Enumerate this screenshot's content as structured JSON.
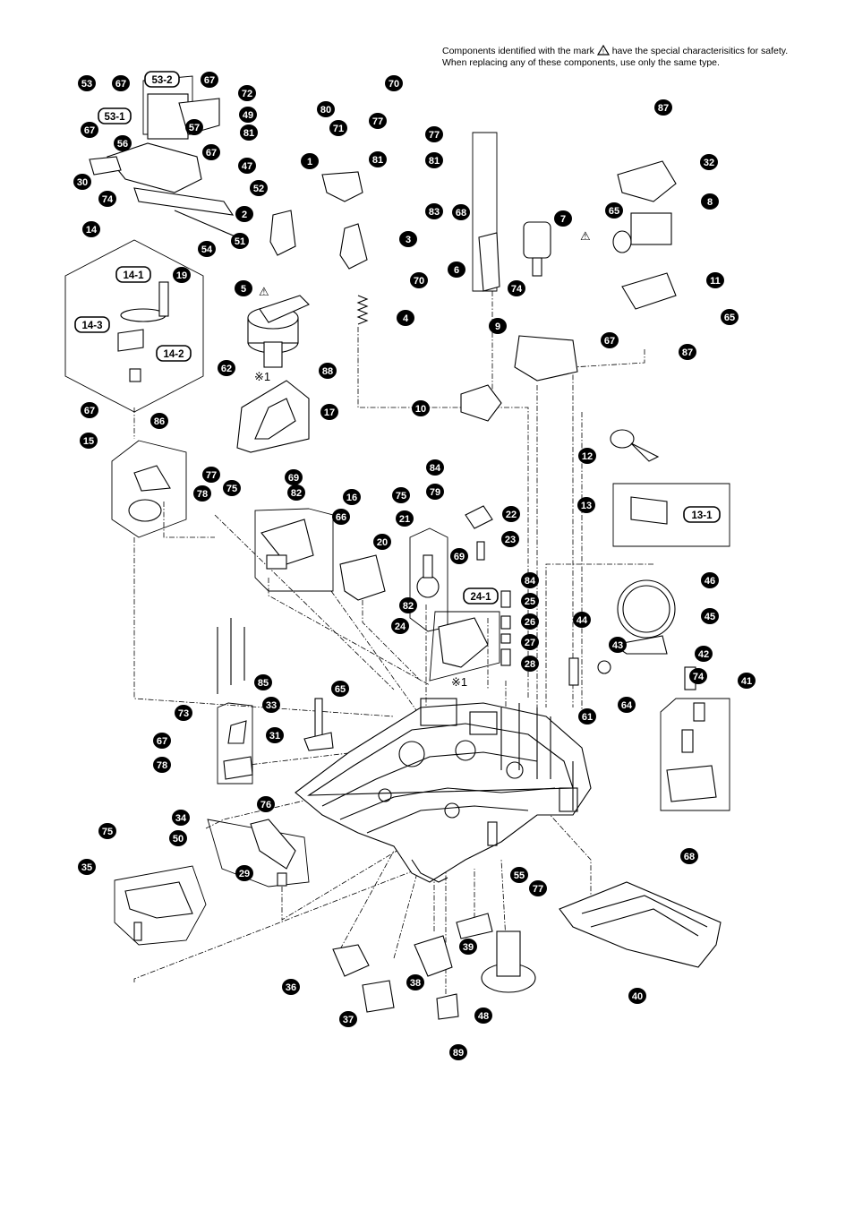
{
  "note": {
    "line1_before": "Components identified with the mark",
    "line1_after": "have the special characterisitics for safety.",
    "line2": "When replacing any of these components, use only the same type."
  },
  "reference_mark": "※1",
  "safety_mark": "⚠",
  "callouts": [
    {
      "id": "c53",
      "label": "53"
    },
    {
      "id": "c67a",
      "label": "67"
    },
    {
      "id": "c67b",
      "label": "67"
    },
    {
      "id": "c72",
      "label": "72"
    },
    {
      "id": "c80",
      "label": "80"
    },
    {
      "id": "c70a",
      "label": "70"
    },
    {
      "id": "c49",
      "label": "49"
    },
    {
      "id": "c57",
      "label": "57"
    },
    {
      "id": "c67c",
      "label": "67"
    },
    {
      "id": "c56",
      "label": "56"
    },
    {
      "id": "c67d",
      "label": "67"
    },
    {
      "id": "c81a",
      "label": "81"
    },
    {
      "id": "c71",
      "label": "71"
    },
    {
      "id": "c77a",
      "label": "77"
    },
    {
      "id": "c81b",
      "label": "81"
    },
    {
      "id": "c77b",
      "label": "77"
    },
    {
      "id": "c47",
      "label": "47"
    },
    {
      "id": "c1",
      "label": "1"
    },
    {
      "id": "c81c",
      "label": "81"
    },
    {
      "id": "c30",
      "label": "30"
    },
    {
      "id": "c52",
      "label": "52"
    },
    {
      "id": "c74a",
      "label": "74"
    },
    {
      "id": "c2",
      "label": "2"
    },
    {
      "id": "c83",
      "label": "83"
    },
    {
      "id": "c54",
      "label": "54"
    },
    {
      "id": "c51",
      "label": "51"
    },
    {
      "id": "c3",
      "label": "3"
    },
    {
      "id": "c14",
      "label": "14"
    },
    {
      "id": "c70b",
      "label": "70"
    },
    {
      "id": "c19",
      "label": "19"
    },
    {
      "id": "c5",
      "label": "5"
    },
    {
      "id": "c4",
      "label": "4"
    },
    {
      "id": "c67e",
      "label": "67"
    },
    {
      "id": "c62",
      "label": "62"
    },
    {
      "id": "c88",
      "label": "88"
    },
    {
      "id": "c17",
      "label": "17"
    },
    {
      "id": "c87a",
      "label": "87"
    },
    {
      "id": "c32",
      "label": "32"
    },
    {
      "id": "c8",
      "label": "8"
    },
    {
      "id": "c68a",
      "label": "68"
    },
    {
      "id": "c7",
      "label": "7"
    },
    {
      "id": "c65a",
      "label": "65"
    },
    {
      "id": "c6",
      "label": "6"
    },
    {
      "id": "c74b",
      "label": "74"
    },
    {
      "id": "c11",
      "label": "11"
    },
    {
      "id": "c65b",
      "label": "65"
    },
    {
      "id": "c9",
      "label": "9"
    },
    {
      "id": "c67f",
      "label": "67"
    },
    {
      "id": "c87b",
      "label": "87"
    },
    {
      "id": "c10",
      "label": "10"
    },
    {
      "id": "c15",
      "label": "15"
    },
    {
      "id": "c86",
      "label": "86"
    },
    {
      "id": "c77c",
      "label": "77"
    },
    {
      "id": "c78a",
      "label": "78"
    },
    {
      "id": "c75a",
      "label": "75"
    },
    {
      "id": "c16",
      "label": "16"
    },
    {
      "id": "c69a",
      "label": "69"
    },
    {
      "id": "c82a",
      "label": "82"
    },
    {
      "id": "c66",
      "label": "66"
    },
    {
      "id": "c20",
      "label": "20"
    },
    {
      "id": "c75b",
      "label": "75"
    },
    {
      "id": "c21",
      "label": "21"
    },
    {
      "id": "c84a",
      "label": "84"
    },
    {
      "id": "c79",
      "label": "79"
    },
    {
      "id": "c22",
      "label": "22"
    },
    {
      "id": "c23",
      "label": "23"
    },
    {
      "id": "c12",
      "label": "12"
    },
    {
      "id": "c13",
      "label": "13"
    },
    {
      "id": "c69b",
      "label": "69"
    },
    {
      "id": "c84b",
      "label": "84"
    },
    {
      "id": "c25",
      "label": "25"
    },
    {
      "id": "c82b",
      "label": "82"
    },
    {
      "id": "c24",
      "label": "24"
    },
    {
      "id": "c26",
      "label": "26"
    },
    {
      "id": "c27",
      "label": "27"
    },
    {
      "id": "c28",
      "label": "28"
    },
    {
      "id": "c46",
      "label": "46"
    },
    {
      "id": "c44",
      "label": "44"
    },
    {
      "id": "c43",
      "label": "43"
    },
    {
      "id": "c45",
      "label": "45"
    },
    {
      "id": "c42",
      "label": "42"
    },
    {
      "id": "c74c",
      "label": "74"
    },
    {
      "id": "c41",
      "label": "41"
    },
    {
      "id": "c73",
      "label": "73"
    },
    {
      "id": "c85",
      "label": "85"
    },
    {
      "id": "c65c",
      "label": "65"
    },
    {
      "id": "c33",
      "label": "33"
    },
    {
      "id": "c31",
      "label": "31"
    },
    {
      "id": "c64",
      "label": "64"
    },
    {
      "id": "c61",
      "label": "61"
    },
    {
      "id": "c67g",
      "label": "67"
    },
    {
      "id": "c78b",
      "label": "78"
    },
    {
      "id": "c76",
      "label": "76"
    },
    {
      "id": "c34",
      "label": "34"
    },
    {
      "id": "c68b",
      "label": "68"
    },
    {
      "id": "c75c",
      "label": "75"
    },
    {
      "id": "c50",
      "label": "50"
    },
    {
      "id": "c35",
      "label": "35"
    },
    {
      "id": "c29",
      "label": "29"
    },
    {
      "id": "c55",
      "label": "55"
    },
    {
      "id": "c77d",
      "label": "77"
    },
    {
      "id": "c39",
      "label": "39"
    },
    {
      "id": "c40",
      "label": "40"
    },
    {
      "id": "c36",
      "label": "36"
    },
    {
      "id": "c38",
      "label": "38"
    },
    {
      "id": "c37",
      "label": "37"
    },
    {
      "id": "c48",
      "label": "48"
    },
    {
      "id": "c89",
      "label": "89"
    }
  ],
  "boxed_labels": [
    {
      "id": "b53_2",
      "label": "53-2"
    },
    {
      "id": "b53_1",
      "label": "53-1"
    },
    {
      "id": "b14_1",
      "label": "14-1"
    },
    {
      "id": "b14_3",
      "label": "14-3"
    },
    {
      "id": "b14_2",
      "label": "14-2"
    },
    {
      "id": "b13_1",
      "label": "13-1"
    },
    {
      "id": "b24_1",
      "label": "24-1"
    }
  ]
}
